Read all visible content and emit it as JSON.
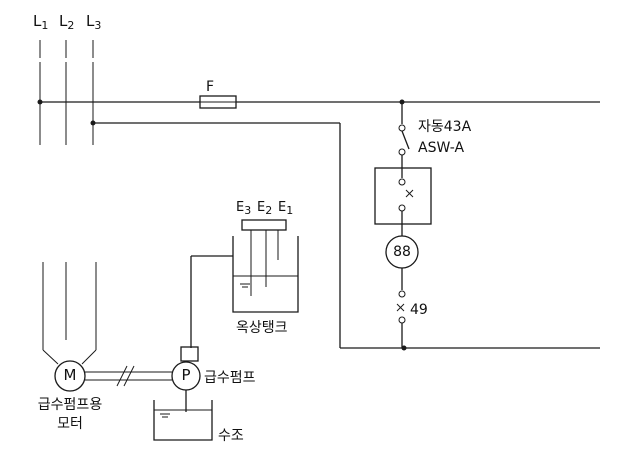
{
  "phases": [
    {
      "letter": "L",
      "sub": "1"
    },
    {
      "letter": "L",
      "sub": "2"
    },
    {
      "letter": "L",
      "sub": "3"
    }
  ],
  "fuse_label": "F",
  "switch_label": "자동43A",
  "switch_sub_label": "ASW-A",
  "contactor_label": "88",
  "relay_label": "49",
  "electrodes": [
    {
      "letter": "E",
      "sub": "3"
    },
    {
      "letter": "E",
      "sub": "2"
    },
    {
      "letter": "E",
      "sub": "1"
    }
  ],
  "tank_label": "옥상탱크",
  "motor_symbol": "M",
  "motor_label_line1": "급수펌프용",
  "motor_label_line2": "모터",
  "pump_symbol": "P",
  "pump_label": "급수펌프",
  "reservoir_label": "수조"
}
